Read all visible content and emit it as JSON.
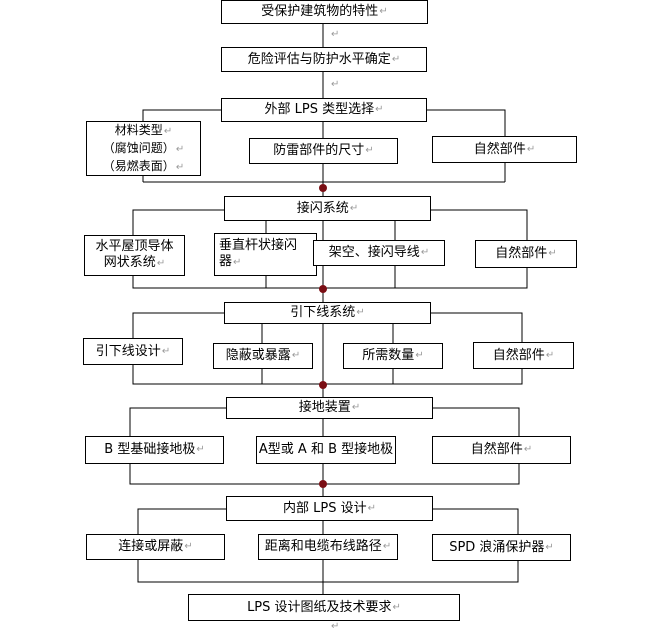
{
  "para_mark": "↵",
  "nodes": {
    "n1": {
      "text": "受保护建筑物的特性"
    },
    "n2": {
      "text": "危险评估与防护水平确定"
    },
    "n3": {
      "text": "外部 LPS 类型选择"
    },
    "n3a": {
      "lines": [
        "材料类型",
        "（腐蚀问题）",
        "（易燃表面）"
      ]
    },
    "n3b": {
      "text": "防雷部件的尺寸"
    },
    "n3c": {
      "text": "自然部件"
    },
    "n4": {
      "text": "接闪系统"
    },
    "n4a": {
      "lines": [
        "水平屋顶导体",
        "网状系统"
      ]
    },
    "n4b": {
      "lines": [
        "垂直杆状接闪",
        "器"
      ]
    },
    "n4c": {
      "text": "架空、接闪导线"
    },
    "n4d": {
      "text": "自然部件"
    },
    "n5": {
      "text": "引下线系统"
    },
    "n5a": {
      "text": "引下线设计"
    },
    "n5b": {
      "text": "隐蔽或暴露"
    },
    "n5c": {
      "text": "所需数量"
    },
    "n5d": {
      "text": "自然部件"
    },
    "n6": {
      "text": "接地装置"
    },
    "n6a": {
      "text": "B 型基础接地极"
    },
    "n6b": {
      "text": "A型或 A 和 B 型接地极"
    },
    "n6c": {
      "text": "自然部件"
    },
    "n7": {
      "text": "内部 LPS 设计"
    },
    "n7a": {
      "text": "连接或屏蔽"
    },
    "n7b": {
      "text": "距离和电缆布线路径"
    },
    "n7c": {
      "text": "SPD 浪涌保护器"
    },
    "n8": {
      "text": "LPS 设计图纸及技术要求"
    }
  }
}
